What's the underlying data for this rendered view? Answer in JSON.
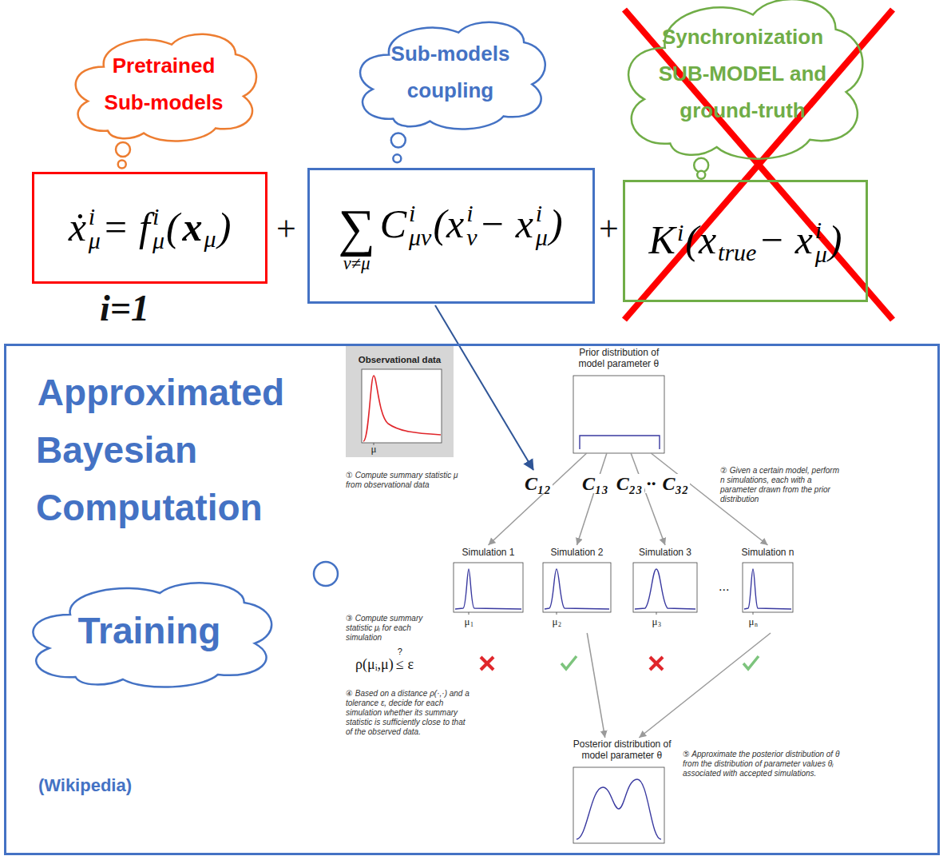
{
  "diagram": {
    "nodes": [
      {
        "text": [
          "Pretrained Sub-models"
        ]
      },
      {
        "text": [
          "Sub-models coupling"
        ]
      },
      {
        "text": [
          "Synchronization SUB-MODEL and ground-truth"
        ]
      },
      {
        "text": [
          "ẋ",
          "i",
          "μ",
          "= f",
          "i",
          "μ",
          "(",
          "x",
          "μ",
          ")"
        ]
      },
      {
        "text": [
          "∑",
          "ν≠μ",
          "C",
          "i",
          "μν",
          "(x",
          "i",
          "ν",
          "− x",
          "i",
          "μ",
          ")"
        ]
      },
      {
        "text": [
          "K",
          "i",
          "(x",
          "true",
          "− x",
          "i",
          "μ",
          ")"
        ]
      },
      {
        "text": [
          "Approximated Bayesian Computation",
          "(Wikipedia)"
        ]
      },
      {
        "text": [
          "Training"
        ],
        "in": 6
      },
      {
        "text": [
          "Observational data",
          "μ"
        ],
        "in": 6
      },
      {
        "text": [
          "Prior distribution of model parameter θ"
        ],
        "in": 6
      },
      {
        "text": [
          "Simulation 1",
          "μ",
          "1"
        ],
        "in": 6
      },
      {
        "text": [
          "Simulation 2",
          "μ",
          "2"
        ],
        "in": 6
      },
      {
        "text": [
          "Simulation 3",
          "μ",
          "3"
        ],
        "in": 6
      },
      {
        "text": [
          "Simulation n",
          "μ",
          "n"
        ],
        "in": 6
      },
      {
        "text": [
          "Posterior distribution of model parameter θ"
        ],
        "in": 6
      }
    ],
    "edges": [
      {
        "from": 0,
        "to": 3,
        "arrow": "none"
      },
      {
        "from": 1,
        "to": 4,
        "arrow": "none"
      },
      {
        "from": 2,
        "to": 5,
        "arrow": "none"
      },
      {
        "from": 9,
        "to": 10,
        "arrow": "to"
      },
      {
        "from": 9,
        "to": 11,
        "arrow": "to"
      },
      {
        "from": 9,
        "to": 12,
        "arrow": "to"
      },
      {
        "from": 9,
        "to": 13,
        "arrow": "to"
      },
      {
        "from": 11,
        "to": 14,
        "arrow": "to"
      },
      {
        "from": 13,
        "to": 14,
        "arrow": "to"
      }
    ],
    "labels": [
      "i=1",
      "+",
      "+",
      "① Compute summary statistic μ from observational data",
      "C₁₂",
      "C₁₃",
      "C₂₃",
      "··",
      "C₃₂",
      "② Given a certain model, perform n simulations, each with a parameter drawn from the prior distribution",
      "...",
      "③ Compute summary statistic μᵢ for each simulation",
      "ρ(μᵢ,μ)",
      "?",
      "≤",
      "ε",
      "④ Based on a distance ρ(·,·) and a tolerance ε, decide for each simulation whether its summary statistic is sufficiently close to that of the observed data.",
      "⑤ Approximate the posterior distribution of θ from the distribution of parameter values θᵢ associated with accepted simulations."
    ]
  }
}
